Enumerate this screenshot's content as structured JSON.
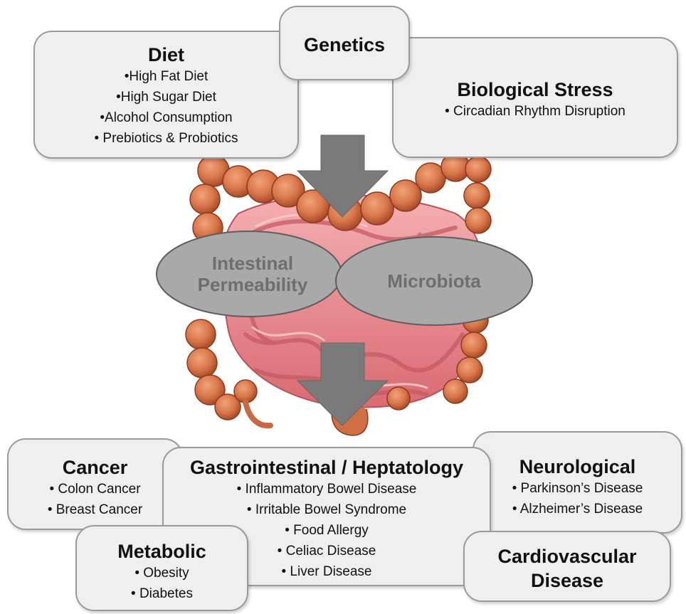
{
  "top": {
    "diet": {
      "title": "Diet",
      "items": [
        "•High Fat Diet",
        "•High Sugar Diet",
        "•Alcohol Consumption",
        "• Prebiotics & Probiotics"
      ]
    },
    "genetics": {
      "title": "Genetics"
    },
    "biological_stress": {
      "title": "Biological Stress",
      "items": [
        "• Circadian Rhythm Disruption"
      ]
    }
  },
  "center": {
    "intestinal_permeability": [
      "Intestinal",
      "Permeability"
    ],
    "microbiota": "Microbiota"
  },
  "bottom": {
    "cancer": {
      "title": "Cancer",
      "items": [
        "• Colon Cancer",
        "• Breast Cancer"
      ]
    },
    "gastro": {
      "title": "Gastrointestinal / Heptatology",
      "items": [
        "• Inflammatory Bowel Disease",
        "• Irritable Bowel Syndrome",
        "• Food Allergy",
        "• Celiac Disease",
        "• Liver Disease"
      ]
    },
    "neurological": {
      "title": "Neurological",
      "items": [
        "• Parkinson’s Disease",
        "• Alzheimer’s Disease"
      ]
    },
    "metabolic": {
      "title": "Metabolic",
      "items": [
        "• Obesity",
        "• Diabetes"
      ]
    },
    "cardiovascular": {
      "title_lines": [
        "Cardiovascular",
        "Disease"
      ]
    }
  },
  "colors": {
    "box_fill": "#efefef",
    "box_border": "#9a9a9a",
    "arrow": "#7a7a7a",
    "oval_fill": "#a9a9a9",
    "oval_text": "#6e6e6e",
    "colon": "#d9794e",
    "small_intestine": "#e98f95"
  }
}
